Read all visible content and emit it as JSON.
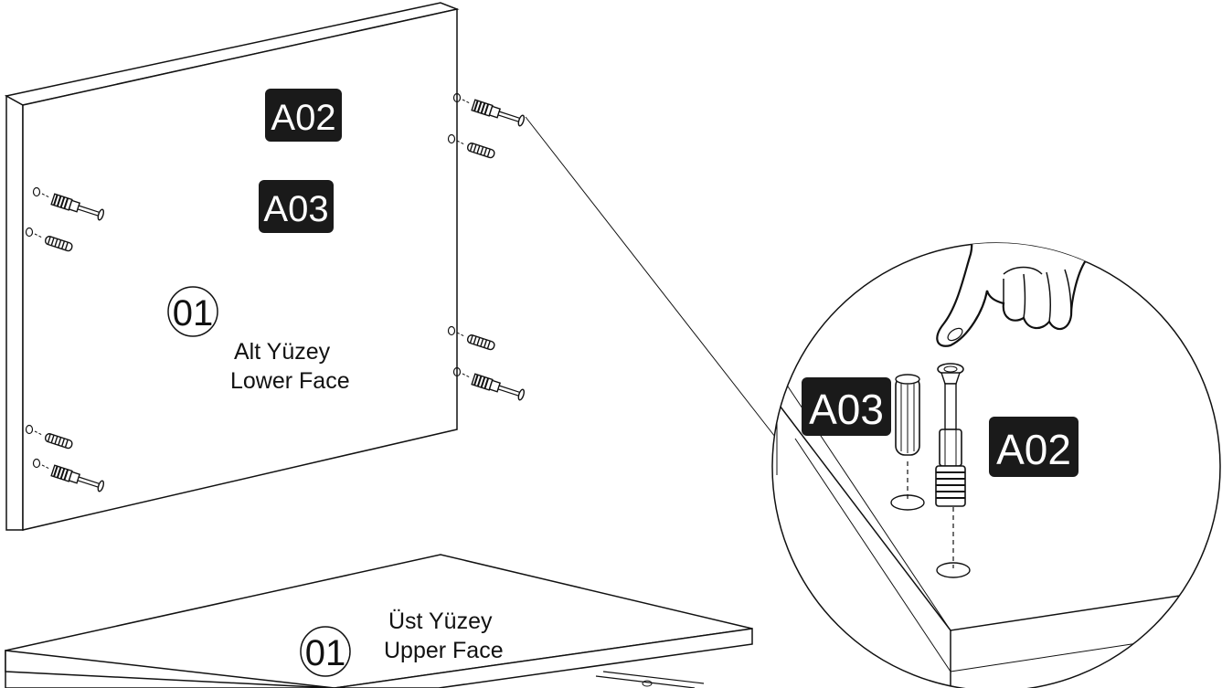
{
  "labels": {
    "a02_top": "A02",
    "a03_top": "A03",
    "a03_detail": "A03",
    "a02_detail": "A02",
    "part_number_lower": "01",
    "part_number_upper": "01"
  },
  "faces": {
    "lower_tr": "Alt Yüzey",
    "lower_en": "Lower Face",
    "upper_tr": "Üst Yüzey",
    "upper_en": "Upper Face"
  },
  "colors": {
    "ink": "#111111",
    "tag_bg": "#1a1a1a",
    "tag_text": "#ffffff",
    "background": "#ffffff"
  },
  "icons": [
    "hand-icon",
    "cam-bolt-icon",
    "wooden-dowel-icon"
  ]
}
